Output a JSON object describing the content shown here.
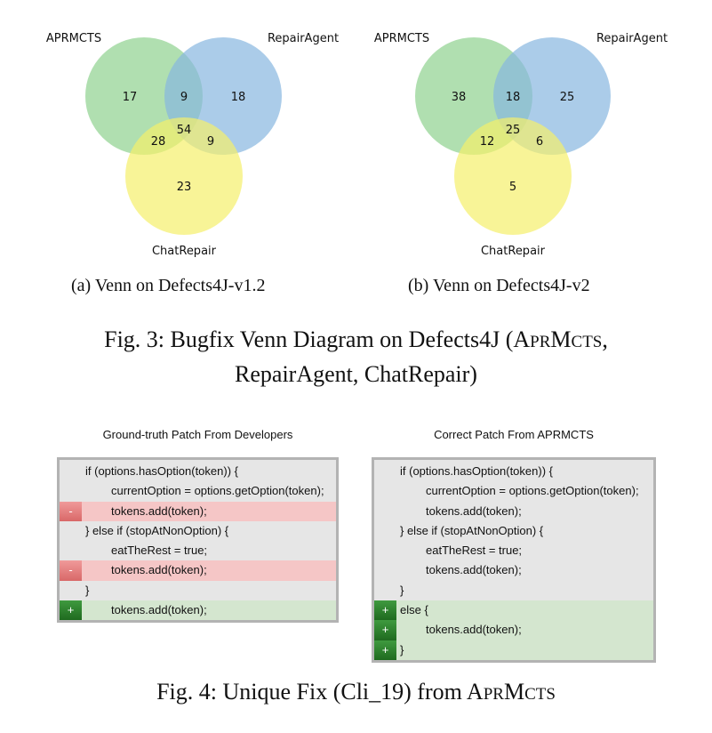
{
  "venn_a": {
    "labels": {
      "left": "APRMCTS",
      "right": "RepairAgent",
      "bottom": "ChatRepair"
    },
    "regions": {
      "a_only": "17",
      "ab": "9",
      "b_only": "18",
      "ac": "28",
      "abc": "54",
      "bc": "9",
      "c_only": "23"
    },
    "caption": "(a) Venn on Defects4J-v1.2"
  },
  "venn_b": {
    "labels": {
      "left": "APRMCTS",
      "right": "RepairAgent",
      "bottom": "ChatRepair"
    },
    "regions": {
      "a_only": "38",
      "ab": "18",
      "b_only": "25",
      "ac": "12",
      "abc": "25",
      "bc": "6",
      "c_only": "5"
    },
    "caption": "(b) Venn on Defects4J-v2"
  },
  "fig3": {
    "prefix": "Fig. 3: Bugfix Venn Diagram on Defects4J (",
    "name_A": "A",
    "name_PR": "PR",
    "name_M": "M",
    "name_CTS": "CTS",
    "suffix_line1": ",",
    "line2": "RepairAgent, ChatRepair)"
  },
  "colors": {
    "green": "#8fd18f",
    "blue": "#88b6e0",
    "yellow": "#f5ef6b",
    "del": "#f5c6c6",
    "add": "#d4e6cf"
  },
  "left_code": {
    "title": "Ground-truth Patch From Developers",
    "lines": [
      {
        "type": "ctx",
        "marker": "",
        "indent": 0,
        "text": "if (options.hasOption(token)) {"
      },
      {
        "type": "ctx",
        "marker": "",
        "indent": 1,
        "text": "currentOption = options.getOption(token);"
      },
      {
        "type": "del",
        "marker": "-",
        "indent": 1,
        "text": "tokens.add(token);"
      },
      {
        "type": "ctx",
        "marker": "",
        "indent": 0,
        "text": "} else if (stopAtNonOption) {"
      },
      {
        "type": "ctx",
        "marker": "",
        "indent": 1,
        "text": "eatTheRest = true;"
      },
      {
        "type": "del",
        "marker": "-",
        "indent": 1,
        "text": "tokens.add(token);"
      },
      {
        "type": "ctx",
        "marker": "",
        "indent": 0,
        "text": "}"
      },
      {
        "type": "add",
        "marker": "+",
        "indent": 1,
        "text": "tokens.add(token);"
      }
    ]
  },
  "right_code": {
    "title": "Correct Patch From APRMCTS",
    "lines": [
      {
        "type": "ctx",
        "marker": "",
        "indent": 0,
        "text": "if (options.hasOption(token)) {"
      },
      {
        "type": "ctx",
        "marker": "",
        "indent": 1,
        "text": "currentOption = options.getOption(token);"
      },
      {
        "type": "ctx",
        "marker": "",
        "indent": 1,
        "text": "tokens.add(token);"
      },
      {
        "type": "ctx",
        "marker": "",
        "indent": 0,
        "text": "} else if (stopAtNonOption) {"
      },
      {
        "type": "ctx",
        "marker": "",
        "indent": 1,
        "text": "eatTheRest = true;"
      },
      {
        "type": "ctx",
        "marker": "",
        "indent": 1,
        "text": "tokens.add(token);"
      },
      {
        "type": "ctx",
        "marker": "",
        "indent": 0,
        "text": "}"
      },
      {
        "type": "add",
        "marker": "+",
        "indent": 0,
        "text": "else {"
      },
      {
        "type": "add",
        "marker": "+",
        "indent": 1,
        "text": "tokens.add(token);"
      },
      {
        "type": "add",
        "marker": "+",
        "indent": 0,
        "text": "}"
      }
    ]
  },
  "fig4": {
    "prefix": "Fig. 4: Unique Fix (Cli_19) from ",
    "name_A": "A",
    "name_PR": "PR",
    "name_M": "M",
    "name_CTS": "CTS"
  }
}
